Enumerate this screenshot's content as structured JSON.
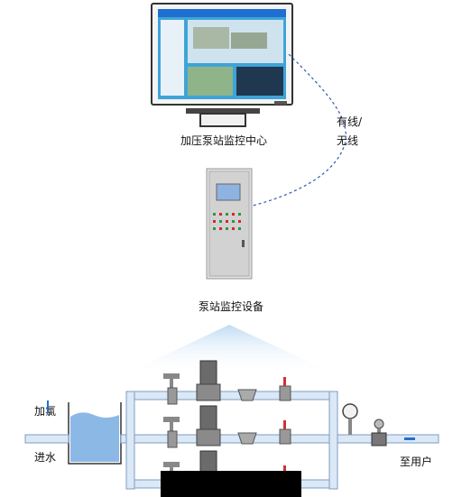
{
  "labels": {
    "monitor_center": "加压泵站监控中心",
    "wireless_line1": "有线/",
    "wireless_line2": "无线",
    "station_device": "泵站监控设备",
    "add_chlorine": "加氯",
    "water_inlet": "进水",
    "to_user": "至用户"
  },
  "colors": {
    "pipe_fill": "#dbe8f6",
    "pipe_stroke": "#7d9cc4",
    "water": "#8cb8e6",
    "cabinet": "#d8d8d8",
    "screen_header": "#1f6fd0",
    "link_dash": "#2e5aa8"
  }
}
